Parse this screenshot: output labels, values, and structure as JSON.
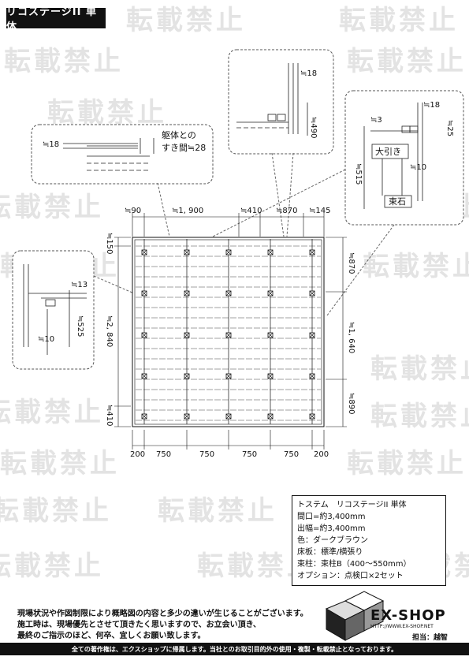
{
  "title": "リコステージII 単体",
  "watermark": "転載禁止",
  "watermark_count": 20,
  "details": {
    "top_left": {
      "dim_a": "≒18",
      "label_line1": "躯体との",
      "label_line2": "すき間≒28"
    },
    "top_center": {
      "dim_a": "≒18",
      "dim_b": "≒490"
    },
    "top_right": {
      "dim_a": "≒18",
      "dim_b": "≒3",
      "dim_c": "≒25",
      "dim_d": "≒515",
      "dim_e": "≒10",
      "beam": "大引き",
      "post": "束石"
    },
    "left": {
      "dim_a": "≒13",
      "dim_b": "≒525",
      "dim_c": "≒10"
    }
  },
  "dims": {
    "top": [
      "≒90",
      "≒1, 900",
      "≒410",
      "≒870",
      "≒145"
    ],
    "left": [
      "≒150",
      "≒2, 840",
      "≒410"
    ],
    "right": [
      "≒870",
      "≒1, 640",
      "≒890"
    ],
    "bottom": [
      "200",
      "750",
      "750",
      "750",
      "750",
      "200"
    ]
  },
  "spec": {
    "name": "トステム　リコステージII 単体",
    "width": "間口=約3,400mm",
    "depth": "出幅=約3,400mm",
    "color": "色：ダークブラウン",
    "floor": "床板：標準/横張り",
    "post": "束柱：束柱B（400～550mm）",
    "option": "オプション：点検口×2セット"
  },
  "notes": [
    "現場状況や作図制限により概略図の内容と多少の違いが生じることがございます。",
    "施工時は、現場優先とさせて頂きたく思いますので、お立会い頂き、",
    "最終のご指示のほど、何卒、宜しくお願い致します。"
  ],
  "footer": "全ての著作権は、エクスショップに帰属します。当社とのお取引目的外の使用・複製・転載禁止となっております。",
  "logo": {
    "name": "EX-SHOP",
    "url": "HTTP://WWW.EX-SHOP.NET",
    "staff": "担当：越智"
  }
}
